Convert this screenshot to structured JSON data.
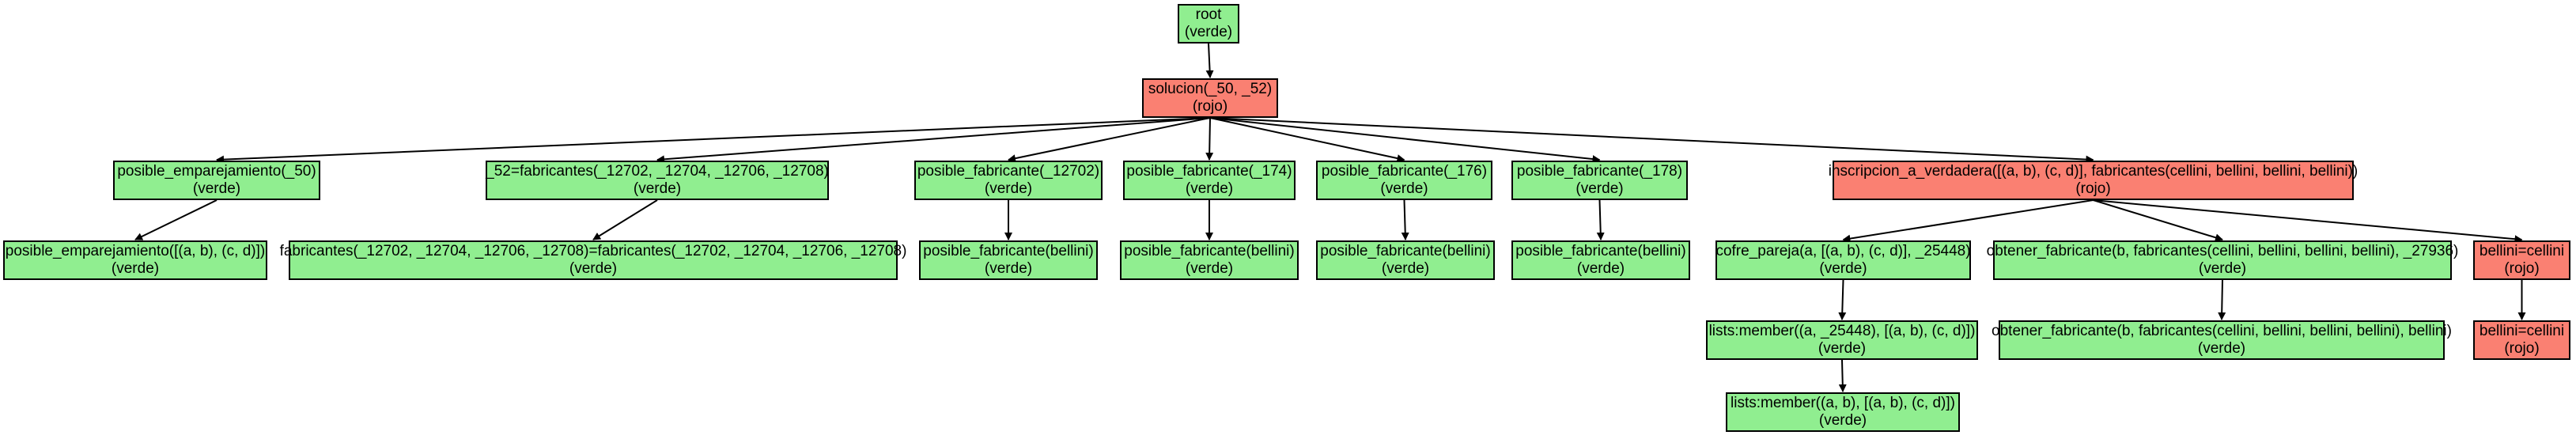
{
  "colors": {
    "verde": "#90ee90",
    "rojo": "#fa8072",
    "edge": "#000000"
  },
  "nodes": [
    {
      "id": "n0",
      "label": "root",
      "status": "(verde)",
      "color": "verde"
    },
    {
      "id": "n1",
      "label": "solucion(_50, _52)",
      "status": "(rojo)",
      "color": "rojo"
    },
    {
      "id": "n2",
      "label": "posible_emparejamiento(_50)",
      "status": "(verde)",
      "color": "verde"
    },
    {
      "id": "n3",
      "label": "posible_emparejamiento([(a, b), (c, d)])",
      "status": "(verde)",
      "color": "verde"
    },
    {
      "id": "n4",
      "label": "_52=fabricantes(_12702, _12704, _12706, _12708)",
      "status": "(verde)",
      "color": "verde"
    },
    {
      "id": "n5",
      "label": "fabricantes(_12702, _12704, _12706, _12708)=fabricantes(_12702, _12704, _12706, _12708)",
      "status": "(verde)",
      "color": "verde"
    },
    {
      "id": "n6",
      "label": "posible_fabricante(_12702)",
      "status": "(verde)",
      "color": "verde"
    },
    {
      "id": "n7",
      "label": "posible_fabricante(bellini)",
      "status": "(verde)",
      "color": "verde"
    },
    {
      "id": "n8",
      "label": "posible_fabricante(_174)",
      "status": "(verde)",
      "color": "verde"
    },
    {
      "id": "n9",
      "label": "posible_fabricante(bellini)",
      "status": "(verde)",
      "color": "verde"
    },
    {
      "id": "n10",
      "label": "posible_fabricante(_176)",
      "status": "(verde)",
      "color": "verde"
    },
    {
      "id": "n11",
      "label": "posible_fabricante(bellini)",
      "status": "(verde)",
      "color": "verde"
    },
    {
      "id": "n12",
      "label": "posible_fabricante(_178)",
      "status": "(verde)",
      "color": "verde"
    },
    {
      "id": "n13",
      "label": "posible_fabricante(bellini)",
      "status": "(verde)",
      "color": "verde"
    },
    {
      "id": "n14",
      "label": "inscripcion_a_verdadera([(a, b), (c, d)], fabricantes(cellini, bellini, bellini, bellini))",
      "status": "(rojo)",
      "color": "rojo"
    },
    {
      "id": "n15",
      "label": "cofre_pareja(a, [(a, b), (c, d)], _25448)",
      "status": "(verde)",
      "color": "verde"
    },
    {
      "id": "n16",
      "label": "lists:member((a, _25448), [(a, b), (c, d)])",
      "status": "(verde)",
      "color": "verde"
    },
    {
      "id": "n17",
      "label": "lists:member((a, b), [(a, b), (c, d)])",
      "status": "(verde)",
      "color": "verde"
    },
    {
      "id": "n18",
      "label": "obtener_fabricante(b, fabricantes(cellini, bellini, bellini, bellini), _27936)",
      "status": "(verde)",
      "color": "verde"
    },
    {
      "id": "n19",
      "label": "obtener_fabricante(b, fabricantes(cellini, bellini, bellini, bellini), bellini)",
      "status": "(verde)",
      "color": "verde"
    },
    {
      "id": "n20",
      "label": "bellini=cellini",
      "status": "(rojo)",
      "color": "rojo"
    },
    {
      "id": "n21",
      "label": "bellini=cellini",
      "status": "(rojo)",
      "color": "rojo"
    }
  ],
  "edges": [
    [
      "n0",
      "n1"
    ],
    [
      "n1",
      "n2"
    ],
    [
      "n2",
      "n3"
    ],
    [
      "n1",
      "n4"
    ],
    [
      "n4",
      "n5"
    ],
    [
      "n1",
      "n6"
    ],
    [
      "n6",
      "n7"
    ],
    [
      "n1",
      "n8"
    ],
    [
      "n8",
      "n9"
    ],
    [
      "n1",
      "n10"
    ],
    [
      "n10",
      "n11"
    ],
    [
      "n1",
      "n12"
    ],
    [
      "n12",
      "n13"
    ],
    [
      "n1",
      "n14"
    ],
    [
      "n14",
      "n15"
    ],
    [
      "n15",
      "n16"
    ],
    [
      "n16",
      "n17"
    ],
    [
      "n14",
      "n18"
    ],
    [
      "n18",
      "n19"
    ],
    [
      "n14",
      "n20"
    ],
    [
      "n20",
      "n21"
    ]
  ]
}
